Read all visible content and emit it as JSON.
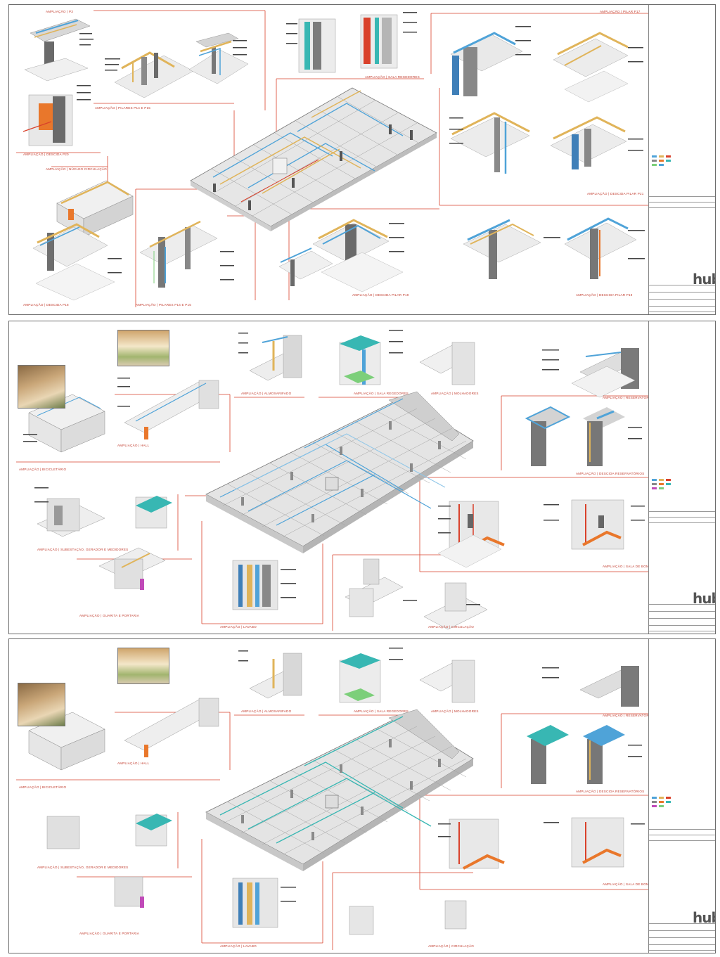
{
  "sheets": [
    {
      "id": "sheet1",
      "labels": [
        "AMPLIAÇÃO | P3",
        "AMPLIAÇÃO | PILARES P14 E P15",
        "AMPLIAÇÃO | SALA REGEDORES",
        "AMPLIAÇÃO | PILAR P17",
        "AMPLIAÇÃO | DESCIDA P20",
        "AMPLIAÇÃO | NÚCLEO CIRCULAÇÃO",
        "AMPLIAÇÃO | DESCIDA PILAR P21",
        "AMPLIAÇÃO | DESCIDA P18",
        "AMPLIAÇÃO | PILARES P14 E P15",
        "AMPLIAÇÃO | DESCIDA PILAR P19"
      ]
    },
    {
      "id": "sheet2",
      "labels": [
        "AMPLIAÇÃO | BICICLETÁRIO",
        "AMPLIAÇÃO | HALL",
        "AMPLIAÇÃO | ALMOXARIFADO",
        "AMPLIAÇÃO | SALA REGEDORES",
        "AMPLIAÇÃO | MOLHADORES",
        "AMPLIAÇÃO | RESERVATÓRIOS",
        "AMPLIAÇÃO | DESCIDA RESERVATÓRIOS",
        "AMPLIAÇÃO | SUBESTAÇÃO, GERADOR E MEDIDORES",
        "AMPLIAÇÃO | SALA DE BOMBAS",
        "AMPLIAÇÃO | GUARITA E PORTARIA",
        "AMPLIAÇÃO | LAVABO",
        "AMPLIAÇÃO | CIRCULAÇÃO"
      ]
    },
    {
      "id": "sheet3",
      "labels": [
        "AMPLIAÇÃO | BICICLETÁRIO",
        "AMPLIAÇÃO | HALL",
        "AMPLIAÇÃO | ALMOXARIFADO",
        "AMPLIAÇÃO | SALA REGEDORES",
        "AMPLIAÇÃO | MOLHADORES",
        "AMPLIAÇÃO | RESERVATÓRIOS",
        "AMPLIAÇÃO | DESCIDA RESERVATÓRIOS",
        "AMPLIAÇÃO | SUBESTAÇÃO, GERADOR E MEDIDORES",
        "AMPLIAÇÃO | SALA DE BOMBAS",
        "AMPLIAÇÃO | GUARITA E PORTARIA",
        "AMPLIAÇÃO | LAVABO",
        "AMPLIAÇÃO | CIRCULAÇÃO"
      ]
    }
  ],
  "logo": "hub",
  "colors": {
    "water": "#4fa3d8",
    "gas": "#e0b45a",
    "fire": "#d9412b",
    "sewer": "#888888",
    "hot": "#e9772b",
    "teal": "#38b7b3",
    "green": "#7ccf7a",
    "leader": "#c0392b"
  }
}
